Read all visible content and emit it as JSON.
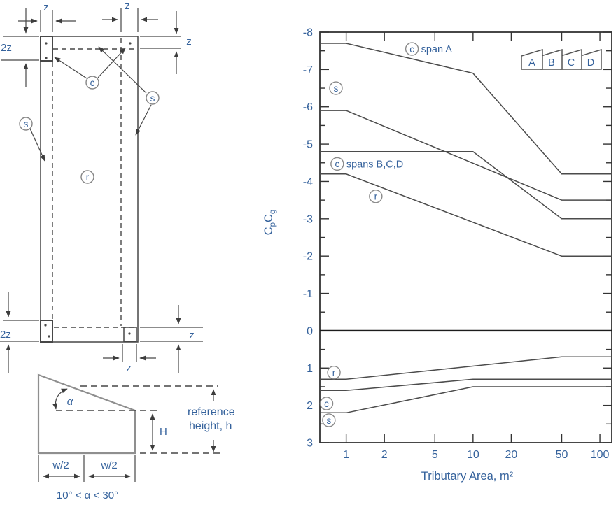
{
  "page": {
    "background": "#ffffff"
  },
  "plan": {
    "zone_labels": {
      "corner": "c",
      "edge": "s",
      "interior": "r"
    },
    "dims": {
      "z": "z",
      "two_z": "2z"
    },
    "section": {
      "alpha": "α",
      "H": "H",
      "ref_line1": "reference",
      "ref_line2": "height, h",
      "w_half": "w/2",
      "angle_range": "10° < α < 30°"
    }
  },
  "chart_data": {
    "type": "line",
    "title": "",
    "xlabel": "Tributary Area, m²",
    "ylabel": "CpCg",
    "ylabel_rich": [
      {
        "t": "C"
      },
      {
        "t": "p",
        "sub": true
      },
      {
        "t": "C"
      },
      {
        "t": "g",
        "sub": true
      }
    ],
    "x_scale": "log",
    "x_range": [
      0.62,
      124
    ],
    "y_range": [
      -8,
      3
    ],
    "y_axis_note": "negative (suction) plotted upward",
    "x_ticks": [
      1,
      2,
      5,
      10,
      20,
      50,
      100
    ],
    "y_major_ticks": [
      -8,
      -7,
      -6,
      -5,
      -4,
      -3,
      -2,
      -1,
      0,
      1,
      2,
      3
    ],
    "y_minor_step": 0.5,
    "grid": false,
    "series": [
      {
        "name": "corner-span-A-suction",
        "zone": "c",
        "label": "c span A",
        "points": [
          [
            0.62,
            -7.7
          ],
          [
            1,
            -7.7
          ],
          [
            10,
            -6.9
          ],
          [
            50,
            -4.2
          ],
          [
            124,
            -4.2
          ]
        ]
      },
      {
        "name": "edge-suction",
        "zone": "s",
        "label": "s",
        "points": [
          [
            0.62,
            -5.9
          ],
          [
            1,
            -5.9
          ],
          [
            50,
            -3.5
          ],
          [
            124,
            -3.5
          ]
        ]
      },
      {
        "name": "corner-spans-BCD-suction",
        "zone": "c",
        "label": "c spans B,C,D",
        "points": [
          [
            0.62,
            -4.8
          ],
          [
            10,
            -4.8
          ],
          [
            50,
            -3.0
          ],
          [
            124,
            -3.0
          ]
        ]
      },
      {
        "name": "interior-suction",
        "zone": "r",
        "label": "r",
        "points": [
          [
            0.62,
            -4.2
          ],
          [
            1,
            -4.2
          ],
          [
            50,
            -2.0
          ],
          [
            124,
            -2.0
          ]
        ]
      },
      {
        "name": "zero-line",
        "zone": "",
        "label": "",
        "emphasis": true,
        "points": [
          [
            0.62,
            0
          ],
          [
            124,
            0
          ]
        ]
      },
      {
        "name": "interior-pressure",
        "zone": "r",
        "label": "r",
        "points": [
          [
            0.62,
            1.3
          ],
          [
            1,
            1.3
          ],
          [
            50,
            0.7
          ],
          [
            124,
            0.7
          ]
        ]
      },
      {
        "name": "corner-pressure",
        "zone": "c",
        "label": "c",
        "points": [
          [
            0.62,
            1.6
          ],
          [
            1,
            1.6
          ],
          [
            10,
            1.3
          ],
          [
            124,
            1.3
          ]
        ]
      },
      {
        "name": "edge-pressure",
        "zone": "s",
        "label": "s",
        "points": [
          [
            0.62,
            2.2
          ],
          [
            1,
            2.2
          ],
          [
            10,
            1.5
          ],
          [
            124,
            1.5
          ]
        ]
      }
    ],
    "annotations": [
      {
        "circle": "c",
        "text": "span A",
        "x": 3.3,
        "v": -7.55
      },
      {
        "circle": "s",
        "text": "",
        "x": 0.83,
        "v": -6.5
      },
      {
        "circle": "c",
        "text": "spans B,C,D",
        "x": 0.85,
        "v": -4.47
      },
      {
        "circle": "r",
        "text": "",
        "x": 1.71,
        "v": -3.6
      },
      {
        "circle": "r",
        "text": "",
        "x": 0.8,
        "v": 1.12
      },
      {
        "circle": "c",
        "text": "",
        "x": 0.7,
        "v": 1.95
      },
      {
        "circle": "s",
        "text": "",
        "x": 0.73,
        "v": 2.4
      }
    ],
    "legend": {
      "items": [
        "A",
        "B",
        "C",
        "D"
      ],
      "position": "top-right"
    },
    "colors": {
      "line": "#4b4b4b",
      "zero_line": "#1c1c1c",
      "text": "#35629c",
      "circle": "#8a8a8a"
    }
  }
}
